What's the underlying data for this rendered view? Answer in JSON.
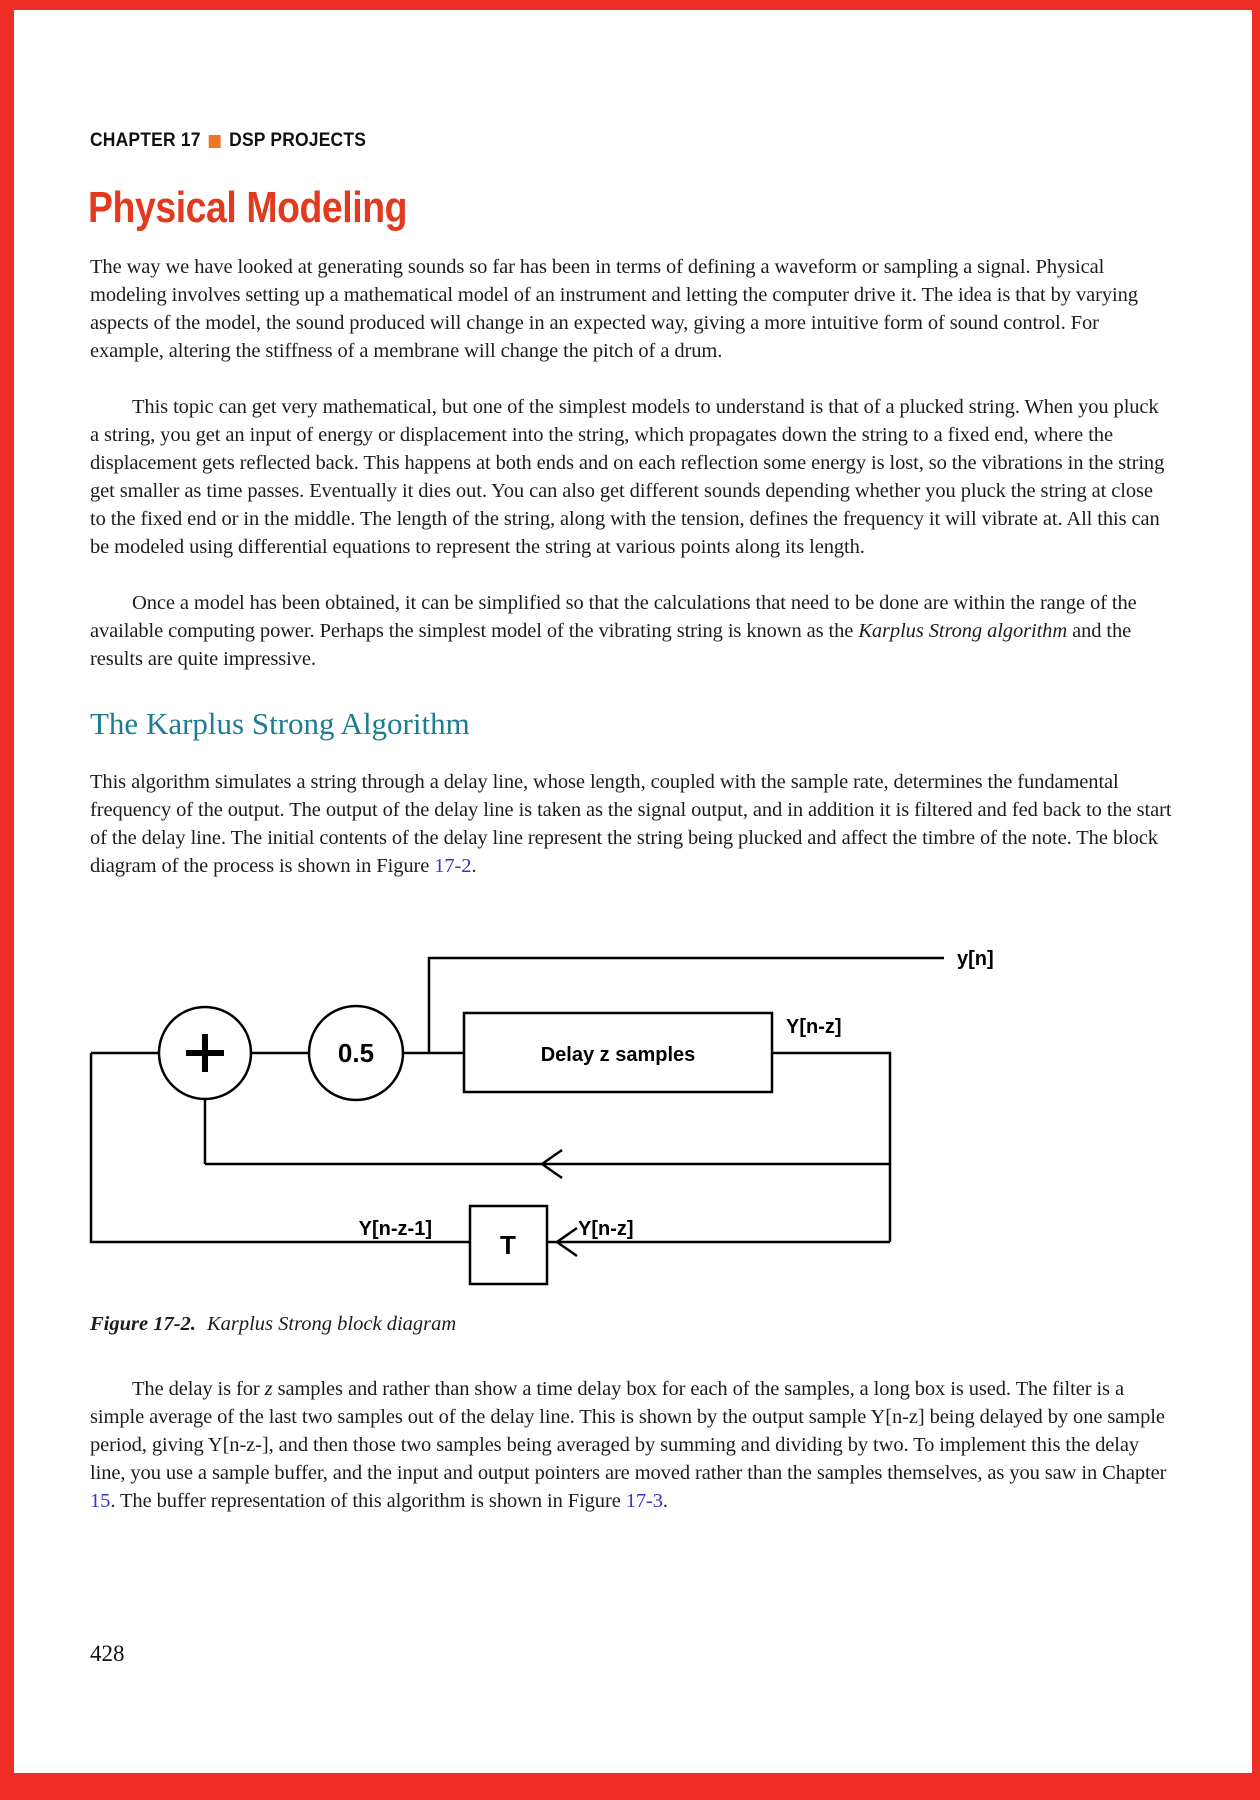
{
  "header": {
    "chapter": "CHAPTER 17",
    "section": "DSP PROJECTS"
  },
  "title": "Physical Modeling",
  "intro_paragraphs": [
    {
      "segments": [
        {
          "t": "The way we have looked at generating sounds so far has been in terms of defining a waveform or sampling a signal. Physical modeling involves setting up a mathematical model of an instrument and letting the computer drive it. The idea is that by varying aspects of the model, the sound produced will change in an expected way, giving a more intuitive form of sound control. For example, altering the stiffness of a membrane will change the pitch of a drum."
        }
      ]
    },
    {
      "segments": [
        {
          "t": "This topic can get very mathematical, but one of the simplest models to understand is that of a plucked string. When you pluck a string, you get an input of energy or displacement into the string, which propagates down the string to a fixed end, where the displacement gets reflected back. This happens at both ends and on each reflection some energy is lost, so the vibrations in the string get smaller as time passes. Eventually it dies out. You can also get different sounds depending whether you pluck the string at close to the fixed end or in the middle. The length of the string, along with the tension, defines the frequency it will vibrate at. All this can be modeled using differential equations to represent the string at various points along its length."
        }
      ]
    },
    {
      "segments": [
        {
          "t": "Once a model has been obtained, it can be simplified so that the calculations that need to be done are within the range of the available computing power. Perhaps the simplest model of the vibrating string is known as the "
        },
        {
          "t": "Karplus Strong algorithm",
          "s": "i"
        },
        {
          "t": " and the results are quite impressive."
        }
      ]
    }
  ],
  "section": {
    "heading": "The Karplus Strong Algorithm",
    "paragraphs": [
      {
        "segments": [
          {
            "t": "This algorithm simulates a string through a delay line, whose length, coupled with the sample rate, determines the fundamental frequency of the output. The output of the delay line is taken as the signal output, and in addition it is filtered and fed back to the start of the delay line. The initial contents of the delay line represent the string being plucked and affect the timbre of the note. The block diagram of the process is shown in Figure "
          },
          {
            "t": "17-2",
            "s": "a",
            "n": "link-figure-17-2"
          },
          {
            "t": "."
          }
        ]
      }
    ]
  },
  "figure": {
    "caption_label": "Figure 17-2.",
    "caption_text": "Karplus Strong block diagram",
    "labels": {
      "output_signal": "y[n]",
      "delay_box": "Delay z samples",
      "delay_output_top": "Y[n-z]",
      "gain_value": "0.5",
      "delay_element": "T",
      "delayed_sample": "Y[n-z-1]",
      "feedback_sample": "Y[n-z]"
    }
  },
  "closing_paragraphs": [
    {
      "segments": [
        {
          "t": "The delay is for "
        },
        {
          "t": "z",
          "s": "i"
        },
        {
          "t": " samples and rather than show a time delay box for each of the samples, a long box is used. The filter is a simple average of the last two samples out of the delay line. This is shown by the output sample Y[n-z] being delayed by one sample period, giving Y[n-z-], and then those two samples being averaged by summing and dividing by two. To implement this the delay line, you use a sample buffer, and the input and output pointers are moved rather than the samples themselves, as you saw in Chapter "
        },
        {
          "t": "15",
          "s": "a",
          "n": "link-chapter-15"
        },
        {
          "t": ". The buffer representation of this algorithm is shown in Figure "
        },
        {
          "t": "17-3",
          "s": "a",
          "n": "link-figure-17-3"
        },
        {
          "t": "."
        }
      ]
    }
  ],
  "page": {
    "number": "428"
  },
  "colors": {
    "title_orange": "#e23a1e",
    "square_orange": "#ee7623",
    "heading_teal": "#1b7d90",
    "link_blue": "#3333cc",
    "border_red": "#ee2e24",
    "text": "#1c1c1c"
  }
}
